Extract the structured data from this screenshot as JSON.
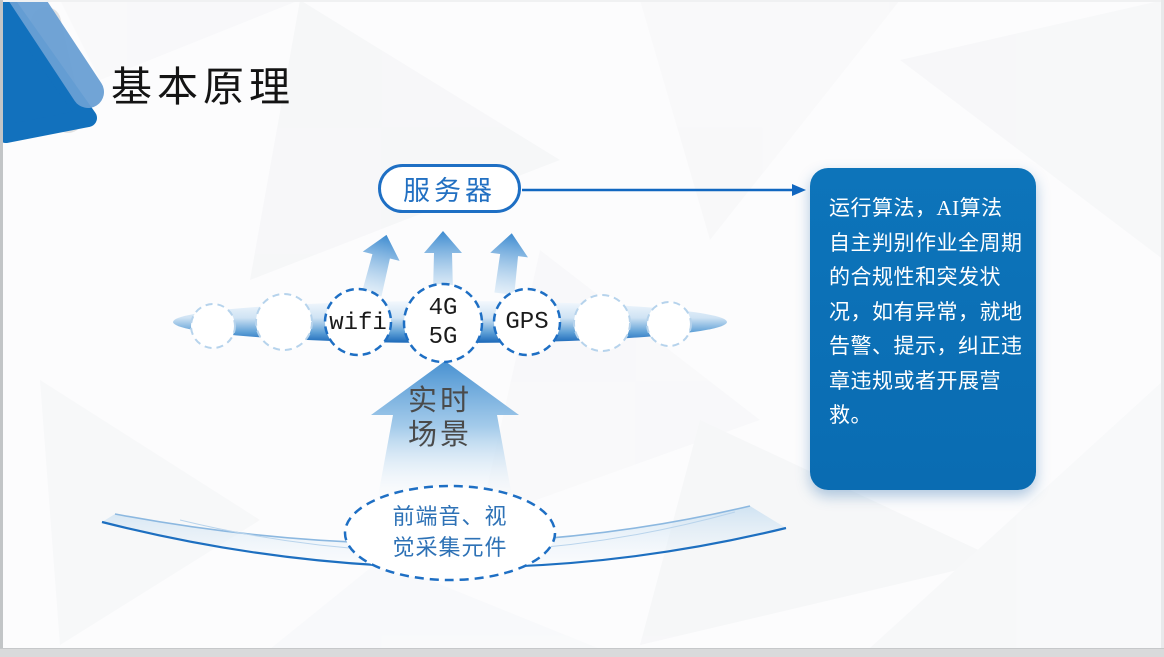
{
  "slide": {
    "title": "基本原理",
    "server_label": "服务器",
    "info_box": {
      "text": "运行算法，AI算法自主判别作业全周期的合规性和突发状况，如有异常，就地告警、提示，纠正违章违规或者开展营救。"
    },
    "nodes": {
      "wifi": "wifi",
      "cell_line1": "4G",
      "cell_line2": "5G",
      "gps": "GPS"
    },
    "realtime_line1": "实时",
    "realtime_line2": "场景",
    "collector_line1": "前端音、视",
    "collector_line2": "觉采集元件",
    "colors": {
      "accent_blue": "#1e6fc4",
      "info_box_bg": "#0a70b8",
      "corner_dark_blue": "#1271bd",
      "corner_light_blue": "#699fd4",
      "corner_gray": "#e2e2e2",
      "band_dark": "#1a67b8"
    }
  }
}
